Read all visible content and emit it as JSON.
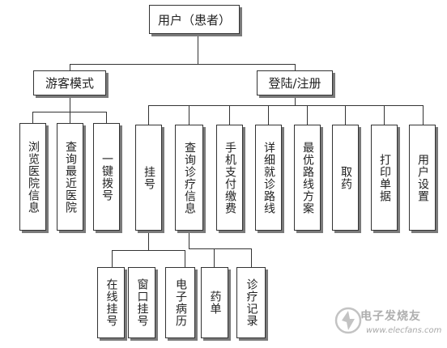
{
  "root": {
    "label": "用户（患者）"
  },
  "level1": [
    {
      "id": "guest",
      "label": "游客模式"
    },
    {
      "id": "login",
      "label": "登陆/注册"
    }
  ],
  "guest_children": [
    {
      "label": "浏览医院信息"
    },
    {
      "label": "查询最近医院"
    },
    {
      "label": "一键拨号"
    }
  ],
  "login_children": [
    {
      "label": "挂号"
    },
    {
      "label": "查询诊疗信息"
    },
    {
      "label": "手机支付缴费"
    },
    {
      "label": "详细就诊路线"
    },
    {
      "label": "最优路线方案"
    },
    {
      "label": "取药"
    },
    {
      "label": "打印单据"
    },
    {
      "label": "用户设置"
    }
  ],
  "register_children": [
    {
      "label": "在线挂号"
    },
    {
      "label": "窗口挂号"
    }
  ],
  "query_children": [
    {
      "label": "电子病历"
    },
    {
      "label": "药单"
    },
    {
      "label": "诊疗记录"
    }
  ],
  "watermark": {
    "text": "电子发烧友",
    "url": "www.elecfans.com"
  }
}
